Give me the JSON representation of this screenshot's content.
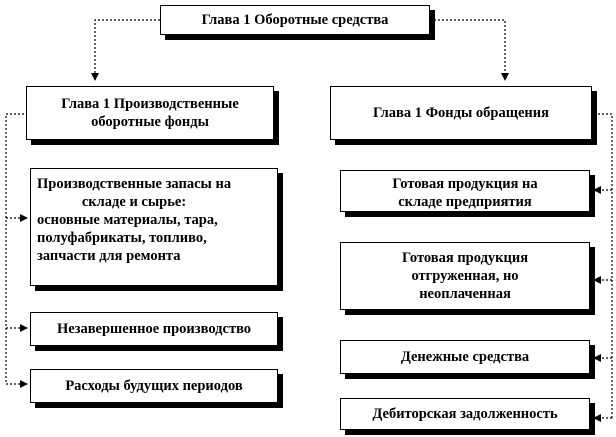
{
  "root": {
    "label": "Глава 1 Оборотные средства"
  },
  "left": {
    "header_line1": "Глава 1 Производственные",
    "header_line2": "оборотные фонды",
    "items": [
      {
        "line1": "Производственные запасы на",
        "line2": "складе и сырье:",
        "line3": "основные материалы,  тара,",
        "line4": "полуфабрикаты, топливо,",
        "line5": "запчасти для ремонта"
      },
      {
        "line1": "Незавершенное производство"
      },
      {
        "line1": "Расходы будущих периодов"
      }
    ]
  },
  "right": {
    "header": "Глава 1 Фонды обращения",
    "items": [
      {
        "line1": "Готовая продукция на",
        "line2": "складе предприятия"
      },
      {
        "line1": "Готовая продукция",
        "line2": "отгруженная, но",
        "line3": "неоплаченная"
      },
      {
        "line1": "Денежные средства"
      },
      {
        "line1": "Дебиторская задолженность"
      }
    ]
  },
  "colors": {
    "line": "#000000",
    "shadow": "#000000",
    "background": "#ffffff"
  }
}
